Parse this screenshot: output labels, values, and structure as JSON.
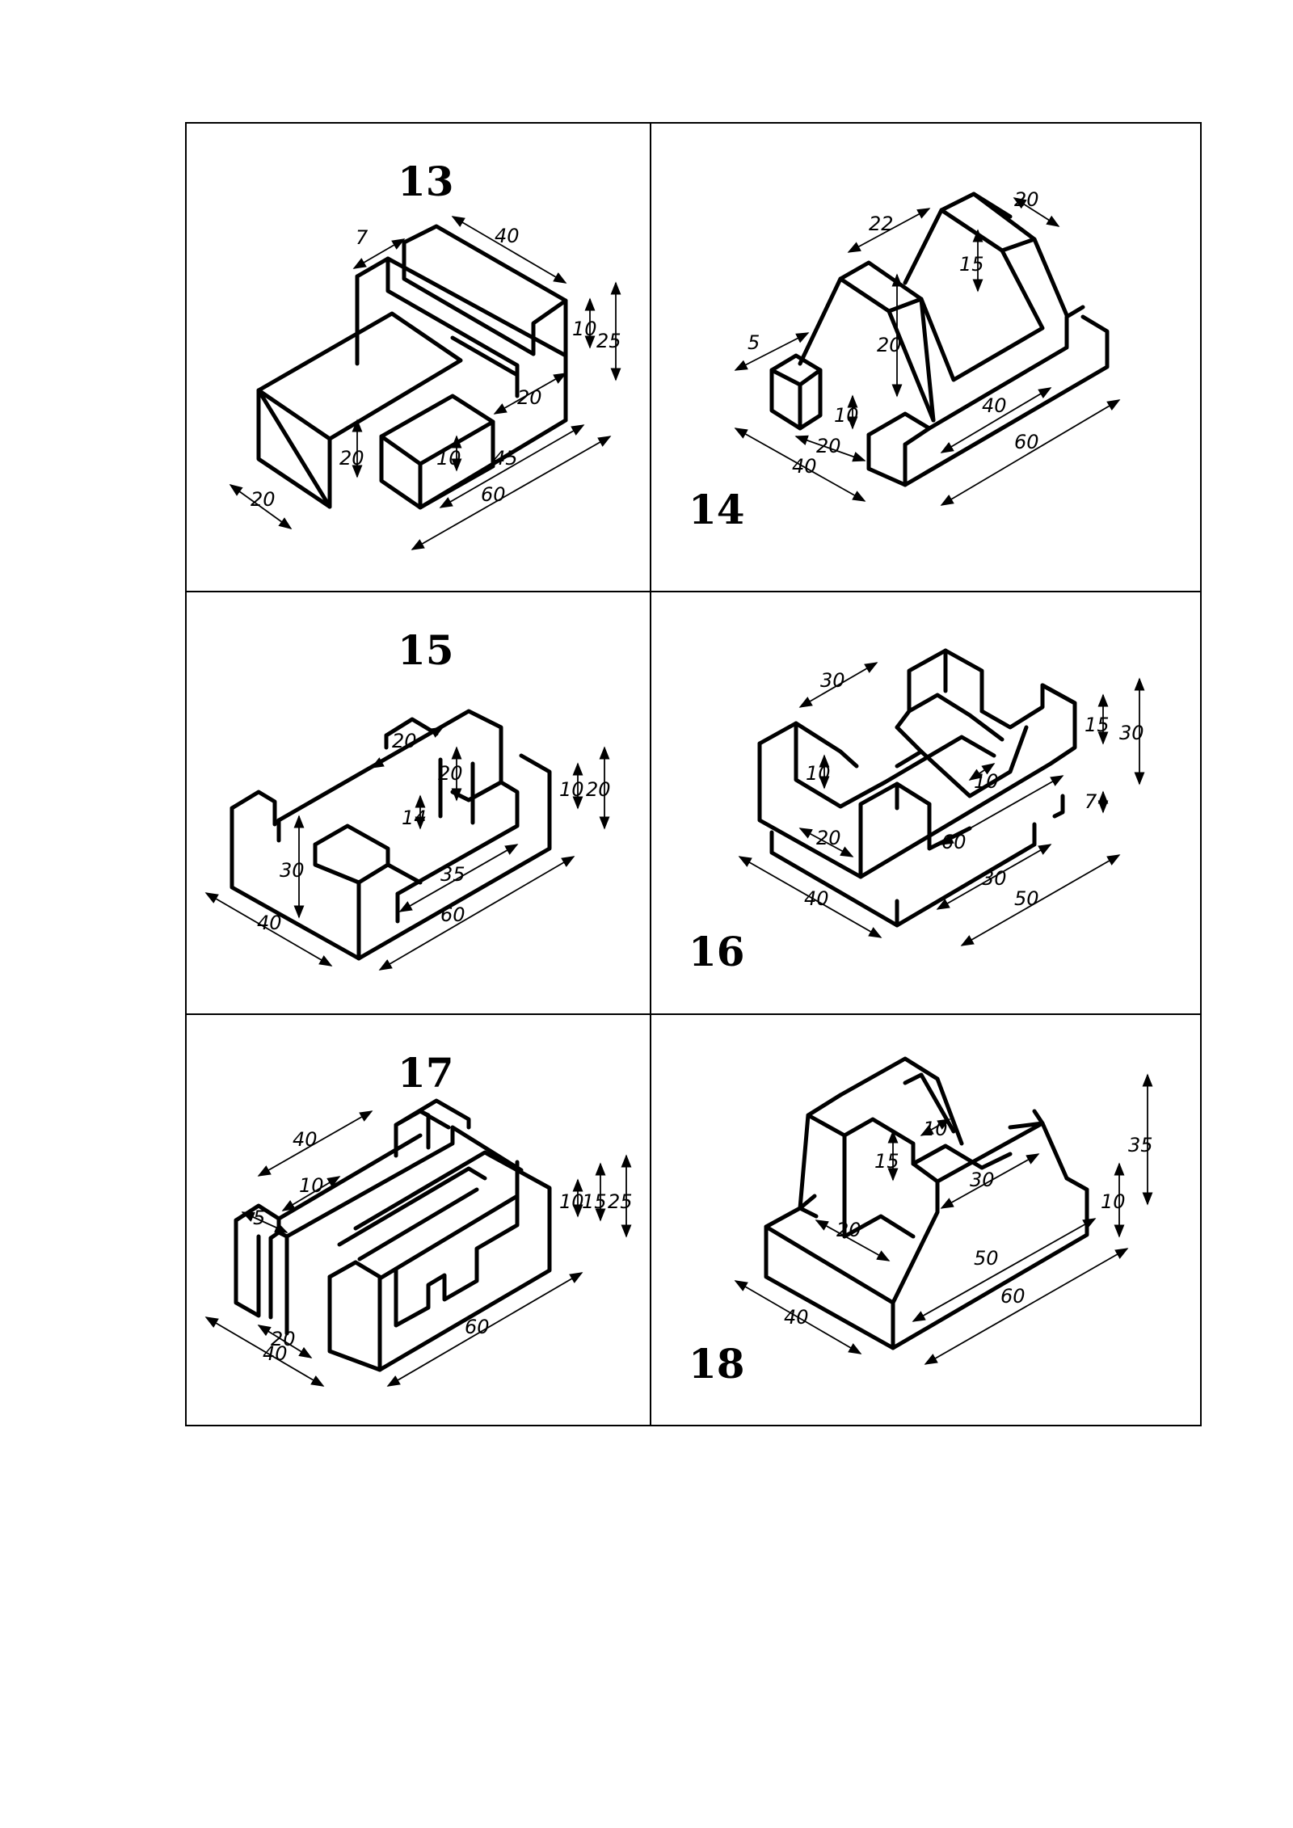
{
  "cells": [
    {
      "number": "13",
      "dims": [
        "7",
        "40",
        "10",
        "25",
        "20",
        "20",
        "10",
        "45",
        "60",
        "20"
      ]
    },
    {
      "number": "14",
      "dims": [
        "22",
        "20",
        "15",
        "5",
        "20",
        "10",
        "40",
        "60",
        "20",
        "40"
      ]
    },
    {
      "number": "15",
      "dims": [
        "20",
        "20",
        "14",
        "10",
        "20",
        "30",
        "35",
        "60",
        "40"
      ]
    },
    {
      "number": "16",
      "dims": [
        "30",
        "15",
        "30",
        "10",
        "10",
        "7",
        "20",
        "60",
        "30",
        "50",
        "40"
      ]
    },
    {
      "number": "17",
      "dims": [
        "40",
        "10",
        "5",
        "10",
        "15",
        "25",
        "20",
        "40",
        "60"
      ]
    },
    {
      "number": "18",
      "dims": [
        "15",
        "10",
        "30",
        "20",
        "35",
        "10",
        "50",
        "40",
        "60"
      ]
    }
  ]
}
